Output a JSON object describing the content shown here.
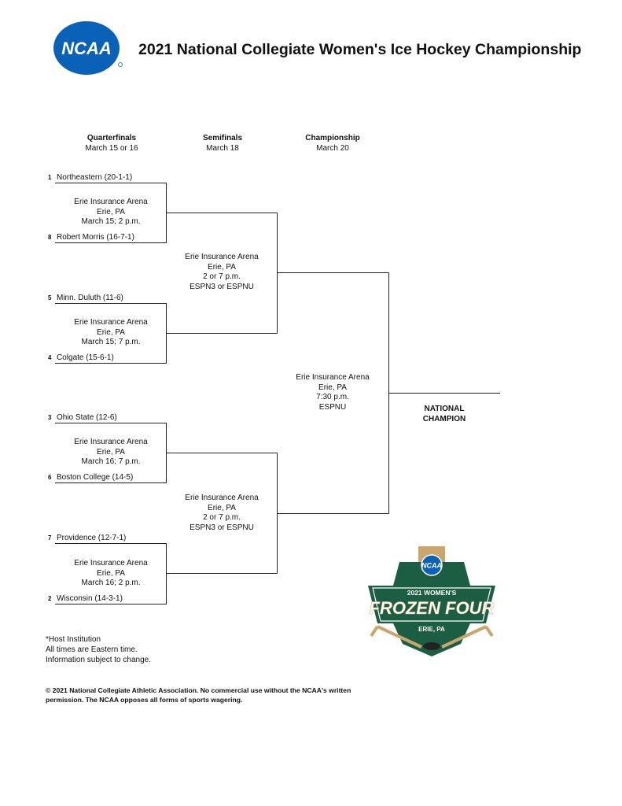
{
  "header": {
    "logo_text": "NCAA",
    "title": "2021 National Collegiate Women's Ice Hockey Championship"
  },
  "rounds": [
    {
      "name": "Quarterfinals",
      "date": "March 15 or 16"
    },
    {
      "name": "Semifinals",
      "date": "March 18"
    },
    {
      "name": "Championship",
      "date": "March 20"
    }
  ],
  "teams": [
    {
      "seed": "1",
      "name": "Northeastern (20-1-1)"
    },
    {
      "seed": "8",
      "name": "Robert Morris (16-7-1)"
    },
    {
      "seed": "5",
      "name": "Minn. Duluth (11-6)"
    },
    {
      "seed": "4",
      "name": "Colgate (15-6-1)"
    },
    {
      "seed": "3",
      "name": "Ohio State (12-6)"
    },
    {
      "seed": "6",
      "name": "Boston College (14-5)"
    },
    {
      "seed": "7",
      "name": "Providence (12-7-1)"
    },
    {
      "seed": "2",
      "name": "Wisconsin (14-3-1)"
    }
  ],
  "qf_games": [
    {
      "venue": "Erie Insurance Arena",
      "city": "Erie, PA",
      "time": "March 15; 2 p.m."
    },
    {
      "venue": "Erie Insurance Arena",
      "city": "Erie, PA",
      "time": "March 15; 7 p.m."
    },
    {
      "venue": "Erie Insurance Arena",
      "city": "Erie, PA",
      "time": "March 16; 7 p.m."
    },
    {
      "venue": "Erie Insurance Arena",
      "city": "Erie, PA",
      "time": "March 16; 2 p.m."
    }
  ],
  "sf_games": [
    {
      "venue": "Erie Insurance Arena",
      "city": "Erie, PA",
      "time": "2 or 7 p.m.",
      "tv": "ESPN3 or ESPNU"
    },
    {
      "venue": "Erie Insurance Arena",
      "city": "Erie, PA",
      "time": "2 or 7 p.m.",
      "tv": "ESPN3 or ESPNU"
    }
  ],
  "final_game": {
    "venue": "Erie Insurance Arena",
    "city": "Erie, PA",
    "time": "7:30 p.m.",
    "tv": "ESPNU"
  },
  "champion": {
    "line1": "NATIONAL",
    "line2": "CHAMPION"
  },
  "notes": [
    "*Host Institution",
    "All times are Eastern time.",
    "Information subject to change."
  ],
  "legal": [
    "© 2021 National Collegiate Athletic Association.  No commercial use without the NCAA's written",
    "permission. The NCAA opposes all forms of sports wagering."
  ],
  "event_logo": {
    "badge": "NCAA",
    "line1": "2021 WOMEN'S",
    "line2": "FROZEN FOUR",
    "line3": "ERIE, PA"
  },
  "colors": {
    "ncaa_blue": "#0a62b8",
    "logo_green": "#1b5e43",
    "logo_gold": "#c9a66b",
    "line": "#222222"
  }
}
